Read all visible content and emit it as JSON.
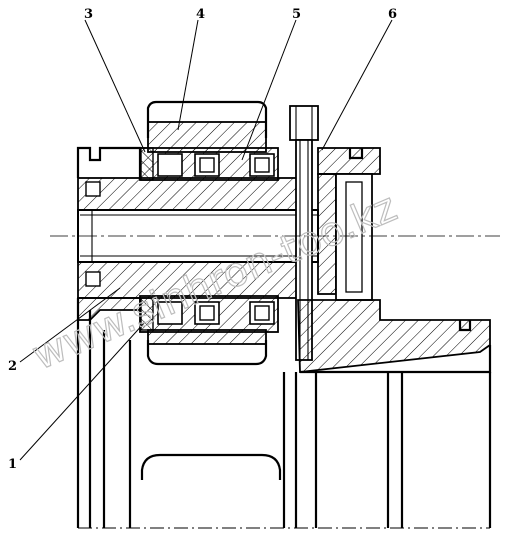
{
  "callouts": {
    "c1": "1",
    "c2": "2",
    "c3": "3",
    "c4": "4",
    "c5": "5",
    "c6": "6"
  },
  "watermark": "www.sinhron-too.kz",
  "colors": {
    "line": "#000000",
    "watermark": "#bdbdbd",
    "background": "#ffffff"
  }
}
